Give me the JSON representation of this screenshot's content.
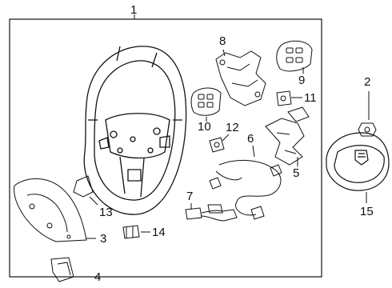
{
  "callouts": {
    "c1": "1",
    "c2": "2",
    "c3": "3",
    "c4": "4",
    "c5": "5",
    "c6": "6",
    "c7": "7",
    "c8": "8",
    "c9": "9",
    "c10": "10",
    "c11": "11",
    "c12": "12",
    "c13": "13",
    "c14": "14",
    "c15": "15"
  },
  "colors": {
    "line": "#111111",
    "background": "#ffffff"
  }
}
